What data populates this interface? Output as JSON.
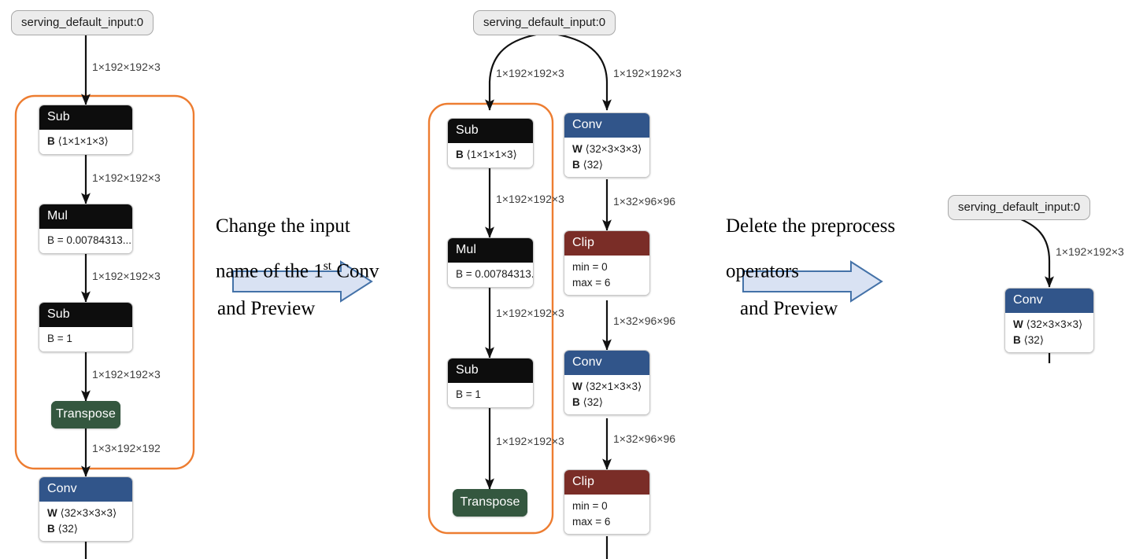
{
  "diagrams": [
    {
      "id": "left",
      "input_node": {
        "label": "serving_default_input:0"
      },
      "highlight_group_color": "#ED7D31",
      "nodes": [
        {
          "name": "Sub",
          "header_color": "#0d0d0d",
          "attrs": [
            {
              "key": "B",
              "value": "⟨1×1×1×3⟩"
            }
          ]
        },
        {
          "name": "Mul",
          "header_color": "#0d0d0d",
          "attrs": [
            {
              "key": "",
              "value": "B = 0.00784313..."
            }
          ]
        },
        {
          "name": "Sub",
          "header_color": "#0d0d0d",
          "attrs": [
            {
              "key": "",
              "value": "B = 1"
            }
          ]
        },
        {
          "name": "Transpose",
          "header_color": "#34573f",
          "attrs": []
        },
        {
          "name": "Conv",
          "header_color": "#31558a",
          "attrs": [
            {
              "key": "W",
              "value": "⟨32×3×3×3⟩"
            },
            {
              "key": "B",
              "value": "⟨32⟩"
            }
          ]
        }
      ],
      "edge_labels": [
        "1×192×192×3",
        "1×192×192×3",
        "1×192×192×3",
        "1×192×192×3",
        "1×3×192×192"
      ]
    },
    {
      "id": "middle",
      "input_node": {
        "label": "serving_default_input:0"
      },
      "highlight_group_color": "#ED7D31",
      "branch_left_nodes": [
        {
          "name": "Sub",
          "header_color": "#0d0d0d",
          "attrs": [
            {
              "key": "B",
              "value": "⟨1×1×1×3⟩"
            }
          ]
        },
        {
          "name": "Mul",
          "header_color": "#0d0d0d",
          "attrs": [
            {
              "key": "",
              "value": "B = 0.00784313..."
            }
          ]
        },
        {
          "name": "Sub",
          "header_color": "#0d0d0d",
          "attrs": [
            {
              "key": "",
              "value": "B = 1"
            }
          ]
        },
        {
          "name": "Transpose",
          "header_color": "#34573f",
          "attrs": []
        }
      ],
      "branch_left_edge_labels": [
        "1×192×192×3",
        "1×192×192×3",
        "1×192×192×3",
        "1×192×192×3"
      ],
      "branch_right_nodes": [
        {
          "name": "Conv",
          "header_color": "#31558a",
          "attrs": [
            {
              "key": "W",
              "value": "⟨32×3×3×3⟩"
            },
            {
              "key": "B",
              "value": "⟨32⟩"
            }
          ]
        },
        {
          "name": "Clip",
          "header_color": "#7a2d27",
          "attrs": [
            {
              "key": "",
              "value": "min = 0"
            },
            {
              "key": "",
              "value": "max = 6"
            }
          ]
        },
        {
          "name": "Conv",
          "header_color": "#31558a",
          "attrs": [
            {
              "key": "W",
              "value": "⟨32×1×3×3⟩"
            },
            {
              "key": "B",
              "value": "⟨32⟩"
            }
          ]
        },
        {
          "name": "Clip",
          "header_color": "#7a2d27",
          "attrs": [
            {
              "key": "",
              "value": "min = 0"
            },
            {
              "key": "",
              "value": "max = 6"
            }
          ]
        }
      ],
      "branch_right_edge_labels": [
        "1×192×192×3",
        "1×32×96×96",
        "1×32×96×96",
        "1×32×96×96"
      ]
    },
    {
      "id": "right",
      "input_node": {
        "label": "serving_default_input:0"
      },
      "nodes": [
        {
          "name": "Conv",
          "header_color": "#31558a",
          "attrs": [
            {
              "key": "W",
              "value": "⟨32×3×3×3⟩"
            },
            {
              "key": "B",
              "value": "⟨32⟩"
            }
          ]
        }
      ],
      "edge_labels": [
        "1×192×192×3"
      ]
    }
  ],
  "annotations": [
    {
      "id": "step-1",
      "line1": "Change the input",
      "line2_pre": "name of the 1",
      "line2_sup": "st",
      "line2_post": " Conv",
      "sub_label": "and Preview",
      "arrow_fill": "#D9E2F3",
      "arrow_stroke": "#4472A8"
    },
    {
      "id": "step-2",
      "line1": "Delete the preprocess",
      "line2_pre": "operators",
      "line2_sup": "",
      "line2_post": "",
      "sub_label": "and Preview",
      "arrow_fill": "#D9E2F3",
      "arrow_stroke": "#4472A8"
    }
  ]
}
